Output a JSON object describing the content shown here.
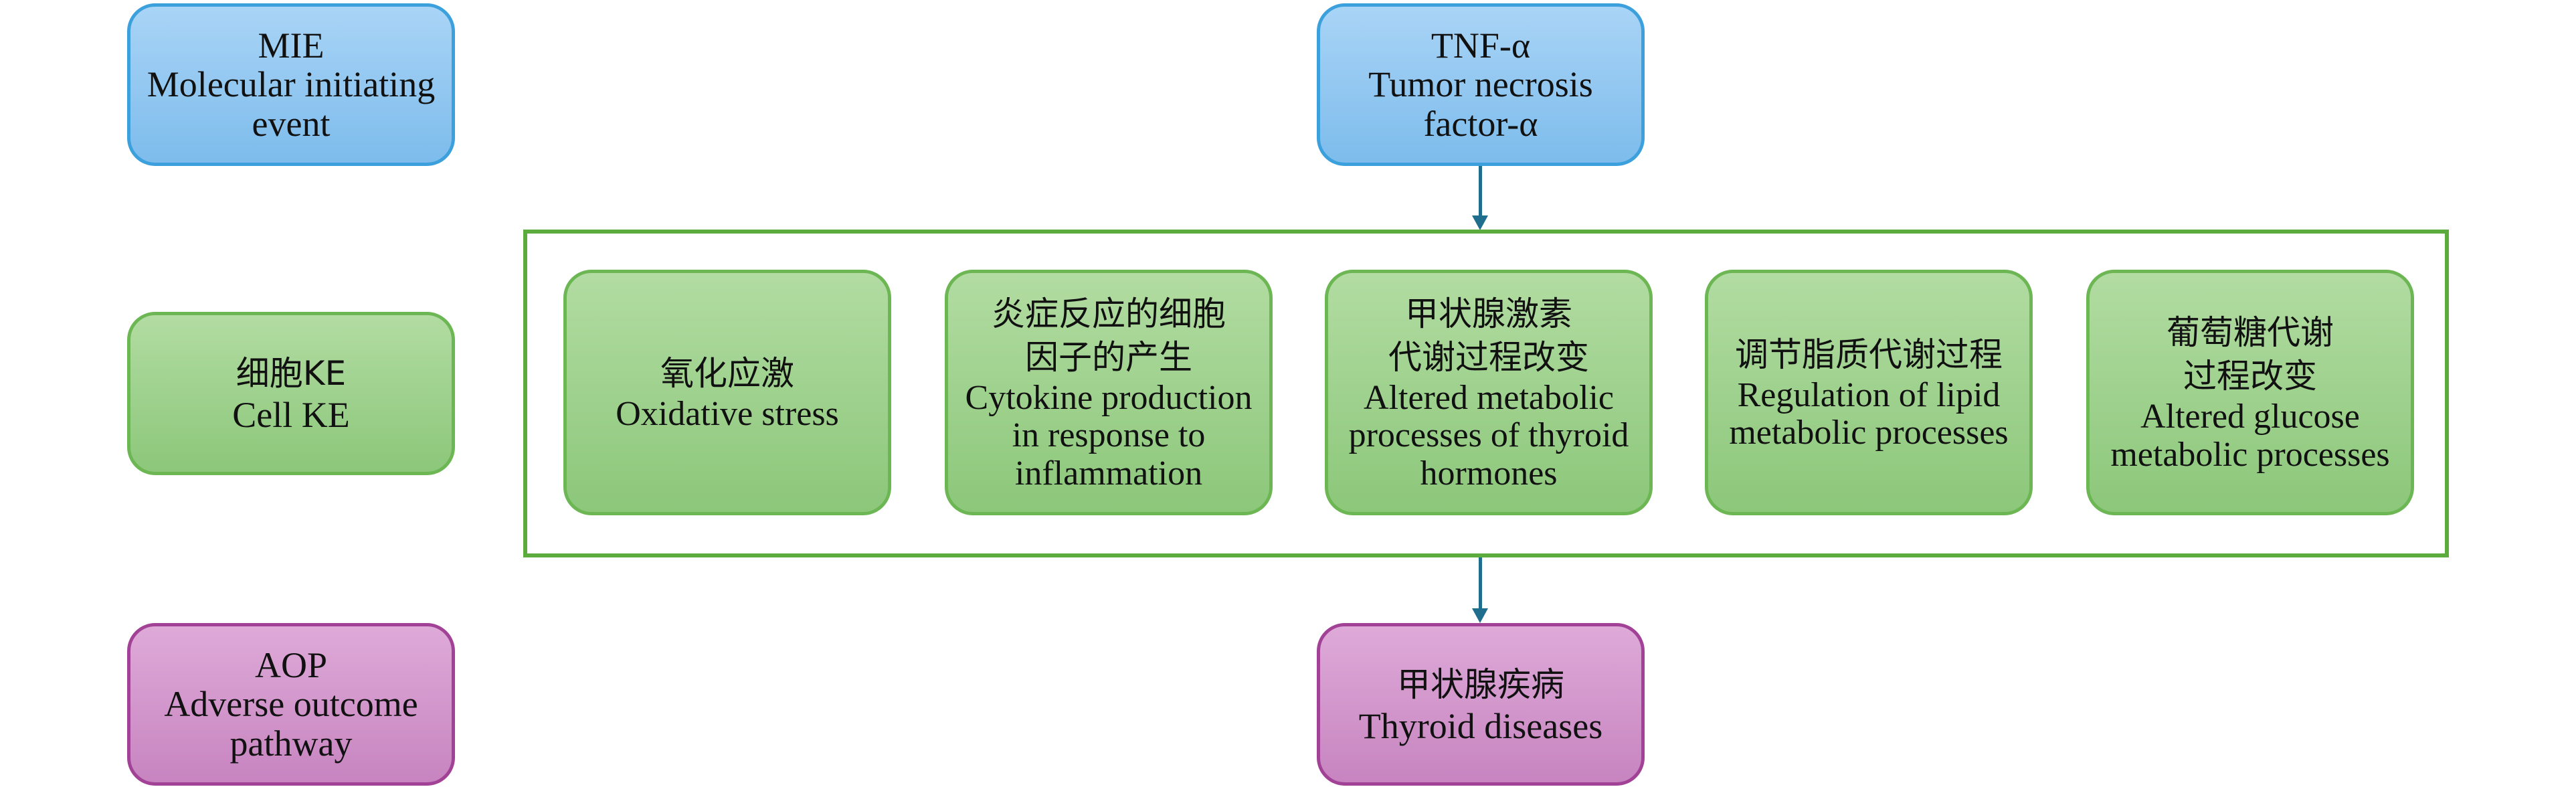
{
  "left_column": {
    "mie": {
      "line1": "MIE",
      "line2": "Molecular initiating",
      "line3": "event"
    },
    "ke": {
      "line1": "细胞KE",
      "line2": "Cell KE"
    },
    "aop": {
      "line1": "AOP",
      "line2": "Adverse outcome",
      "line3": "pathway"
    }
  },
  "top_node": {
    "line1": "TNF-α",
    "line2": "Tumor necrosis",
    "line3": "factor-α"
  },
  "key_events": [
    {
      "zh": [
        "氧化应激"
      ],
      "en": [
        "Oxidative stress"
      ]
    },
    {
      "zh": [
        "炎症反应的细胞",
        "因子的产生"
      ],
      "en": [
        "Cytokine production",
        "in response to",
        "inflammation"
      ]
    },
    {
      "zh": [
        "甲状腺激素",
        "代谢过程改变"
      ],
      "en": [
        "Altered metabolic",
        "processes of thyroid",
        "hormones"
      ]
    },
    {
      "zh": [
        "调节脂质代谢过程"
      ],
      "en": [
        "Regulation of lipid",
        "metabolic processes"
      ]
    },
    {
      "zh": [
        "葡萄糖代谢",
        "过程改变"
      ],
      "en": [
        "Altered glucose",
        "metabolic processes"
      ]
    }
  ],
  "bottom_node": {
    "zh": "甲状腺疾病",
    "en": "Thyroid diseases"
  }
}
